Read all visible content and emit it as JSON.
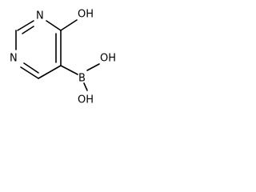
{
  "molecule": {
    "atoms": {
      "n_top": "N",
      "n_left": "N",
      "oh_top": "OH",
      "boron": "B",
      "oh_right": "OH",
      "oh_bottom": "OH"
    }
  }
}
